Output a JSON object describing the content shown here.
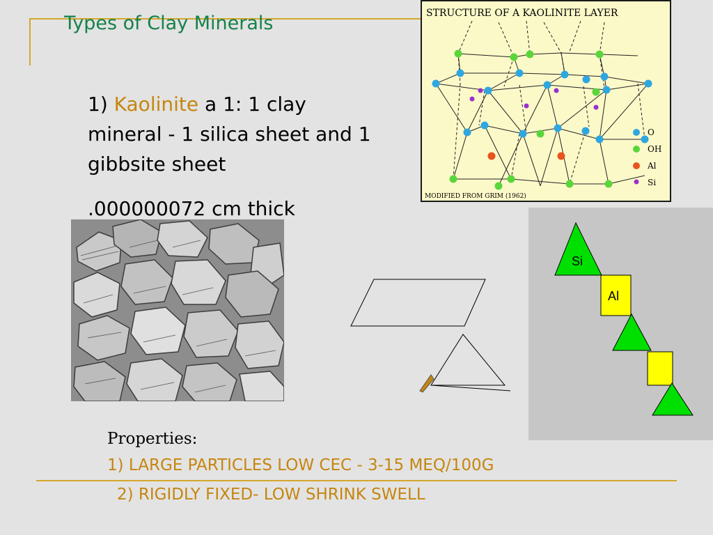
{
  "slide": {
    "title": "Types of Clay Minerals",
    "heading": {
      "number": "1)",
      "name": "Kaolinite",
      "description": "a 1: 1 clay mineral - 1 silica sheet and 1 gibbsite sheet"
    },
    "thickness": ".000000072 cm thick",
    "properties": {
      "label": "Properties:",
      "items": [
        "1) LARGE PARTICLES  LOW CEC -  3-15 MEQ/100G",
        "2) RIGIDLY FIXED- LOW SHRINK SWELL"
      ]
    },
    "colors": {
      "title_green": "#16814a",
      "accent_gold": "#c5860f",
      "rule_gold": "#d4a72c",
      "tetrahedron_green": "#00e000",
      "octahedron_yellow": "#ffff00"
    }
  },
  "structure_diagram": {
    "title": "STRUCTURE OF A KAOLINITE LAYER",
    "credit": "MODIFIED FROM GRIM (1962)",
    "legend": [
      {
        "label": "O",
        "color": "#2ea7e0"
      },
      {
        "label": "OH",
        "color": "#5ad63a"
      },
      {
        "label": "Al",
        "color": "#e8531e"
      },
      {
        "label": "Si",
        "color": "#9b30d0"
      }
    ]
  },
  "chain_diagram": {
    "si_label": "Si",
    "al_label": "Al"
  }
}
